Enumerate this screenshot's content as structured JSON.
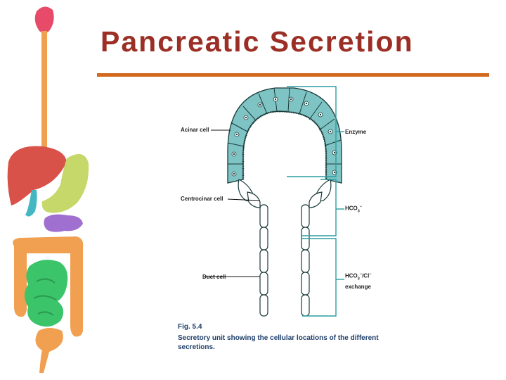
{
  "slide": {
    "title": "Pancreatic Secretion"
  },
  "figure": {
    "labels": {
      "acinar_cell": "Acinar cell",
      "centrocinar_cell": "Centrocinar cell",
      "duct_cell": "Duct cell"
    },
    "secretions": {
      "enzyme": "Enzyme",
      "hco3": "HCO",
      "hco3_sub": "3",
      "hco3_sup": "−",
      "exchange_line1_base": "HCO",
      "exchange_line1_sub": "3",
      "exchange_line1_sup1": "−",
      "exchange_line1_mid": "/Cl",
      "exchange_line1_sup2": "−",
      "exchange_line2": "exchange"
    },
    "caption": {
      "number": "Fig. 5.4",
      "text": "Secretory unit showing the cellular locations of the different secretions."
    }
  },
  "colors": {
    "title": "#9b2f25",
    "rule": "#d2691e",
    "acinar_fill": "#7fc4c4",
    "bracket": "#2a9da0",
    "caption": "#1f3f6b"
  },
  "icons": {
    "gi_tract": "digestive-system-illustration"
  }
}
